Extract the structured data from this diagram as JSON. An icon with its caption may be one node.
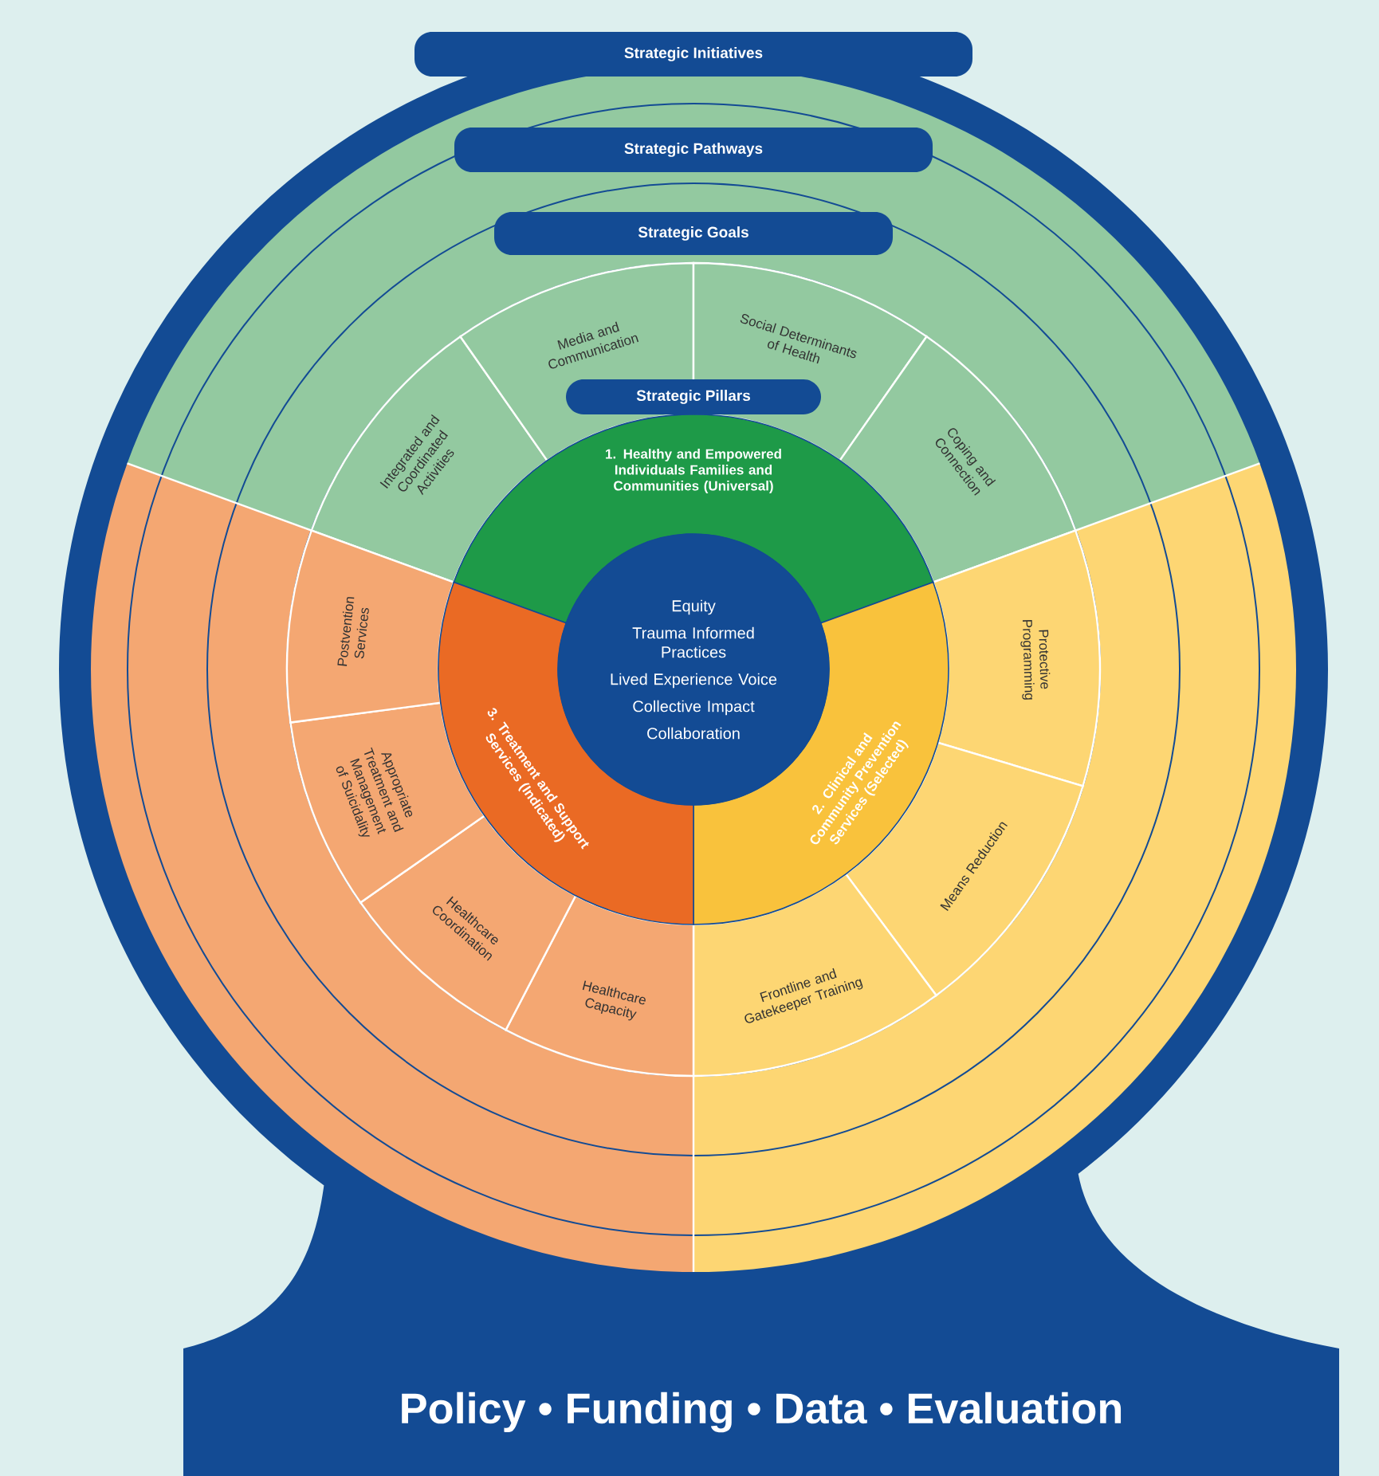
{
  "diagram": {
    "nodes": [
      {
        "text": [
          "Strategic Initiatives"
        ]
      },
      {
        "text": [
          "Strategic Pathways"
        ]
      },
      {
        "text": [
          "Strategic Goals"
        ]
      },
      {
        "text": [
          "Integrated and Coordinated Activities"
        ]
      },
      {
        "text": [
          "Media and Communication"
        ]
      },
      {
        "text": [
          "Social Determinants of Health"
        ]
      },
      {
        "text": [
          "Coping and Connection"
        ]
      },
      {
        "text": [
          "Protective Programming"
        ]
      },
      {
        "text": [
          "Means Reduction"
        ]
      },
      {
        "text": [
          "Frontline and Gatekeeper Training"
        ]
      },
      {
        "text": [
          "Healthcare Capacity"
        ]
      },
      {
        "text": [
          "Healthcare Coordination"
        ]
      },
      {
        "text": [
          "Appropriate Treatment and Management of Suicidality"
        ]
      },
      {
        "text": [
          "Postvention Services"
        ]
      },
      {
        "text": [
          "Strategic Pillars"
        ]
      },
      {
        "text": [
          "1. Healthy and Empowered Individuals Families and Communities (Universal)"
        ]
      },
      {
        "text": [
          "2. Clinical and Community Prevention Services (Selected)"
        ]
      },
      {
        "text": [
          "3. Treatment and Support Services (Indicated)"
        ]
      },
      {
        "text": [
          "Equity",
          "Trauma Informed Practices",
          "Lived Experience Voice",
          "Collective Impact",
          "Collaboration"
        ]
      },
      {
        "text": [
          "Policy • Funding • Data • Evaluation"
        ]
      }
    ]
  }
}
